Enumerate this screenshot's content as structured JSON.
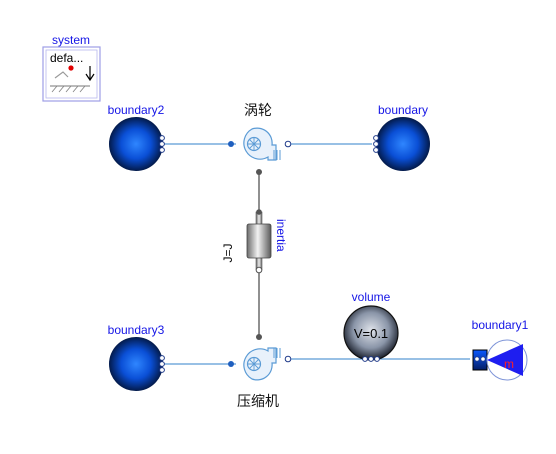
{
  "components": {
    "system": {
      "label": "system",
      "value": "defa..."
    },
    "boundary2": {
      "label": "boundary2"
    },
    "boundary": {
      "label": "boundary"
    },
    "boundary3": {
      "label": "boundary3"
    },
    "boundary1": {
      "label": "boundary1",
      "symbol": "m"
    },
    "turbine": {
      "label": "涡轮"
    },
    "compressor": {
      "label": "压缩机"
    },
    "inertia": {
      "label": "inertia",
      "param": "J=J"
    },
    "volume": {
      "label": "volume",
      "value": "V=0.1"
    }
  },
  "colors": {
    "label_blue": "#1515e6",
    "fluid_line": "#5b9bd5",
    "shaft_line": "#555555",
    "boundary_core": "#0a66ff",
    "source_blue": "#1e1ef0"
  }
}
